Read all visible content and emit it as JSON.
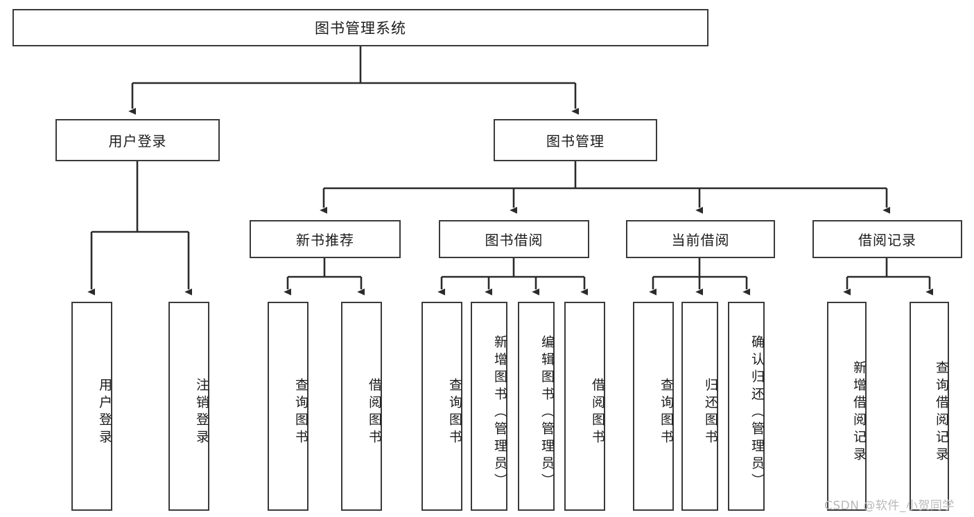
{
  "diagram": {
    "type": "tree-hierarchy",
    "title": "图书管理系统",
    "root": {
      "label": "图书管理系统"
    },
    "level2": [
      {
        "label": "用户登录"
      },
      {
        "label": "图书管理"
      }
    ],
    "level3": [
      {
        "label": "新书推荐"
      },
      {
        "label": "图书借阅"
      },
      {
        "label": "当前借阅"
      },
      {
        "label": "借阅记录"
      }
    ],
    "leaves": {
      "user_login": [
        "用户登录",
        "注销登录"
      ],
      "new_book_recommend": [
        "查询图书",
        "借阅图书"
      ],
      "book_borrow": [
        "查询图书",
        "新增图书（管理员）",
        "编辑图书（管理员）",
        "借阅图书"
      ],
      "current_borrow": [
        "查询图书",
        "归还图书",
        "确认归还（管理员）"
      ],
      "borrow_record": [
        "新增借阅记录",
        "查询借阅记录"
      ]
    }
  },
  "watermark": {
    "text": "CSDN @软件_小贺同学"
  },
  "colors": {
    "border": "#3a3a3a",
    "background": "#ffffff",
    "text": "#1b1b1b",
    "watermark": "#b9b9b9"
  }
}
